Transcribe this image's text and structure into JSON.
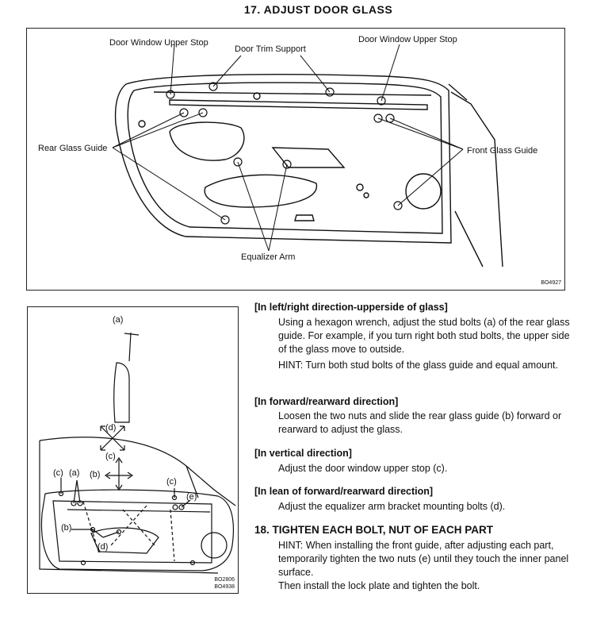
{
  "title": "17.  ADJUST DOOR GLASS",
  "figure1": {
    "labels": {
      "upper_stop_left": "Door Window Upper Stop",
      "trim_support": "Door Trim Support",
      "upper_stop_right": "Door Window Upper Stop",
      "rear_glass_guide": "Rear Glass Guide",
      "front_glass_guide": "Front Glass Guide",
      "equalizer_arm": "Equalizer Arm"
    },
    "code": "BO4927"
  },
  "figure2": {
    "labels": {
      "a_top": "(a)",
      "d_top": "(d)",
      "c_mid": "(c)",
      "b_mid": "(b)",
      "c_left": "(c)",
      "a_left": "(a)",
      "b_low": "(b)",
      "d_low": "(d)",
      "c_right": "(c)",
      "e_right": "(e)"
    },
    "code1": "BO2806",
    "code2": "BO4938"
  },
  "sections": [
    {
      "heading": "[In left/right direction-upperside of glass]",
      "text": "Using a hexagon wrench, adjust the stud bolts (a) of the rear glass guide. For example, if you turn right both stud bolts, the upper side of the glass move to outside.",
      "hint": "HINT:   Turn both stud bolts of the glass guide and equal amount."
    },
    {
      "heading": "[In forward/rearward direction]",
      "text": "Loosen the two nuts and slide the rear glass guide (b) forward or rearward to adjust the glass."
    },
    {
      "heading": "[In vertical direction]",
      "text": "Adjust the door window upper stop (c)."
    },
    {
      "heading": "[In lean of forward/rearward direction]",
      "text": "Adjust the equalizer arm bracket mounting bolts (d)."
    }
  ],
  "step18": {
    "heading": "18.  TIGHTEN EACH BOLT, NUT OF EACH PART",
    "hint": "HINT:   When installing the front guide, after adjusting each part, temporarily tighten the two nuts (e) until they touch the inner panel surface.",
    "text": "Then install the lock plate and tighten the bolt."
  }
}
